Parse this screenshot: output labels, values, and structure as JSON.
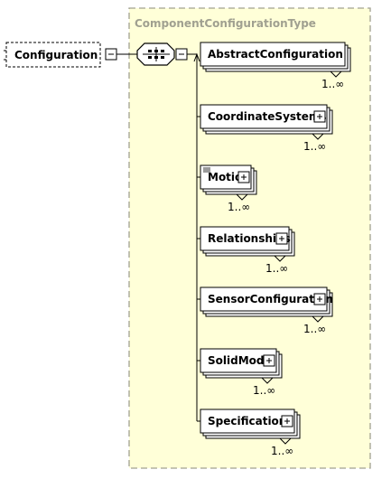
{
  "type_box": {
    "label": "ComponentConfigurationType"
  },
  "root": {
    "label": "Configuration"
  },
  "children": [
    {
      "id": "abstract-configuration",
      "label": "AbstractConfiguration",
      "multiplicity": "1..∞",
      "expandable": false,
      "doc_icon": false
    },
    {
      "id": "coordinate-systems",
      "label": "CoordinateSystems",
      "multiplicity": "1..∞",
      "expandable": true,
      "doc_icon": false
    },
    {
      "id": "motion",
      "label": "Motion",
      "multiplicity": "1..∞",
      "expandable": true,
      "doc_icon": true
    },
    {
      "id": "relationships",
      "label": "Relationships",
      "multiplicity": "1..∞",
      "expandable": true,
      "doc_icon": false
    },
    {
      "id": "sensor-configuration",
      "label": "SensorConfiguration",
      "multiplicity": "1..∞",
      "expandable": true,
      "doc_icon": false
    },
    {
      "id": "solid-model",
      "label": "SolidModel",
      "multiplicity": "1..∞",
      "expandable": true,
      "doc_icon": false
    },
    {
      "id": "specifications",
      "label": "Specifications",
      "multiplicity": "1..∞",
      "expandable": true,
      "doc_icon": false
    }
  ],
  "colors": {
    "type_fill": "#ffffd8",
    "type_border": "#a0a090",
    "node_border": "#000000",
    "node_shadow": "#c0c0c0"
  }
}
